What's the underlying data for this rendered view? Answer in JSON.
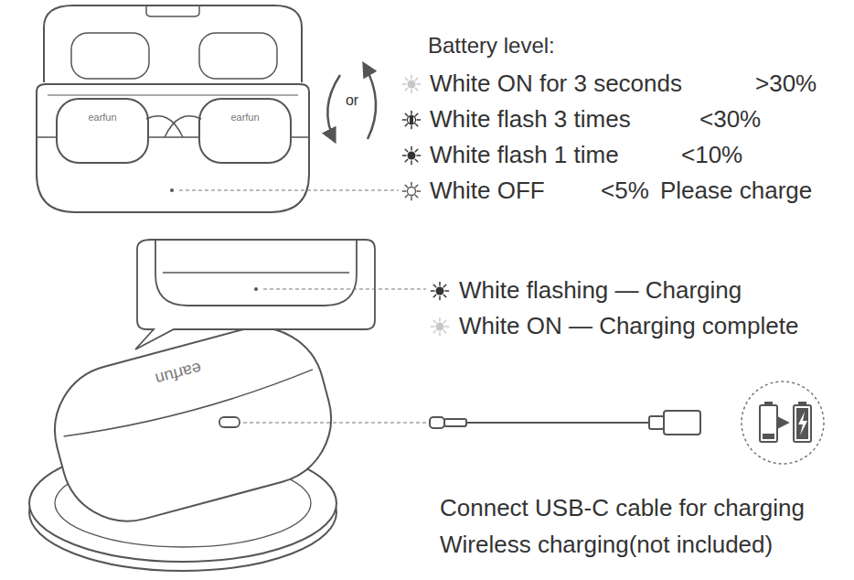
{
  "diagram": {
    "labels": [
      "or",
      "earfun",
      "earfun",
      "Battery level:",
      "White ON for 3 seconds",
      ">30%",
      "White flash 3 times",
      "<30%",
      "White flash 1 time",
      "<10%",
      "White OFF",
      "<5%",
      "Please charge",
      "earfun",
      "White flashing — Charging",
      "White ON — Charging complete",
      "Connect USB-C cable for charging",
      "Wireless charging(not included)"
    ]
  }
}
